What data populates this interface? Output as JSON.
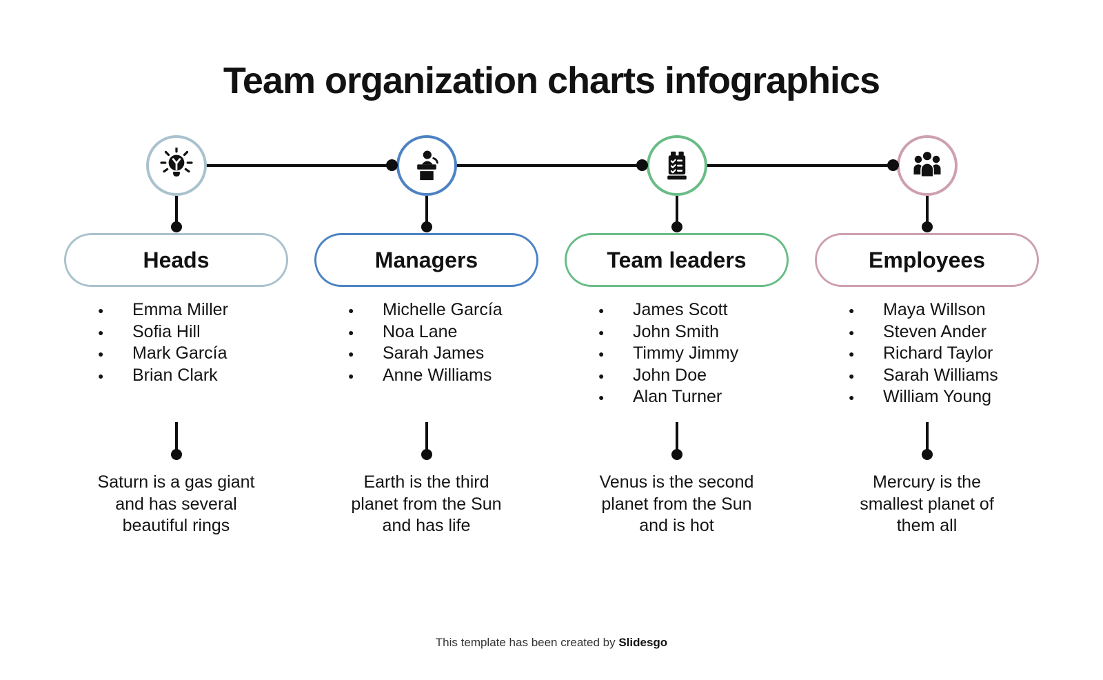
{
  "title": "Team organization charts infographics",
  "footer": {
    "text": "This template has been created by ",
    "brand": "Slidesgo"
  },
  "colors": {
    "heads": "#a9c2cd",
    "managers": "#4d82c3",
    "team_leaders": "#6abc86",
    "employees": "#cda0af",
    "line": "#0e0e0e"
  },
  "columns": [
    {
      "id": "heads",
      "label": "Heads",
      "icon": "lightbulb-icon",
      "color": "#a9c2cd",
      "members": [
        "Emma Miller",
        "Sofia Hill",
        "Mark García",
        "Brian Clark"
      ],
      "description": "Saturn is a gas giant\nand has several\nbeautiful rings"
    },
    {
      "id": "managers",
      "label": "Managers",
      "icon": "podium-speaker-icon",
      "color": "#4d82c3",
      "members": [
        "Michelle García",
        "Noa Lane",
        "Sarah James",
        "Anne Williams"
      ],
      "description": "Earth is the third\nplanet from the Sun\nand has life"
    },
    {
      "id": "team-leaders",
      "label": "Team leaders",
      "icon": "checklist-icon",
      "color": "#6abc86",
      "members": [
        "James Scott",
        "John Smith",
        "Timmy Jimmy",
        "John Doe",
        "Alan Turner"
      ],
      "description": "Venus is the second\nplanet from the Sun\nand is hot"
    },
    {
      "id": "employees",
      "label": "Employees",
      "icon": "people-group-icon",
      "color": "#cda0af",
      "members": [
        "Maya Willson",
        "Steven Ander",
        "Richard Taylor",
        "Sarah Williams",
        "William Young"
      ],
      "description": "Mercury is the\nsmallest planet of\nthem all"
    }
  ]
}
